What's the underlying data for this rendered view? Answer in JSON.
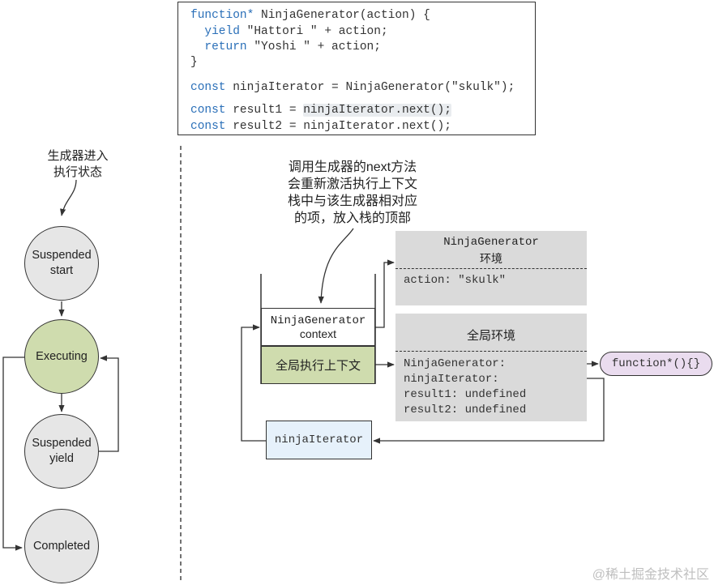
{
  "code": {
    "line1_kw": "function*",
    "line1_rest": " NinjaGenerator(action) {",
    "line2_kw": "  yield",
    "line2_rest": " \"Hattori \" + action;",
    "line3_kw": "  return",
    "line3_rest": " \"Yoshi \" + action;",
    "line4": "}",
    "line5_kw": "const",
    "line5_rest": " ninjaIterator = NinjaGenerator(\"skulk\");",
    "line6_kw": "const",
    "line6_pre": " result1 = ",
    "line6_hl": "ninjaIterator.next();",
    "line7_kw": "const",
    "line7_rest": " result2 = ninjaIterator.next();"
  },
  "state_machine": {
    "note_line1": "生成器进入",
    "note_line2": "执行状态",
    "suspended_start_l1": "Suspended",
    "suspended_start_l2": "start",
    "executing": "Executing",
    "suspended_yield_l1": "Suspended",
    "suspended_yield_l2": "yield",
    "completed": "Completed"
  },
  "annotation": {
    "line1": "调用生成器的next方法",
    "line2": "会重新激活执行上下文",
    "line3": "栈中与该生成器相对应",
    "line4": "的项，放入栈的顶部"
  },
  "stack": {
    "ninja_context_l1": "NinjaGenerator",
    "ninja_context_l2": "context",
    "global_context": "全局执行上下文"
  },
  "ninja_env": {
    "title_l1": "NinjaGenerator",
    "title_l2": "环境",
    "row1": "action: \"skulk\""
  },
  "global_env": {
    "title": "全局环境",
    "row1": "NinjaGenerator:",
    "row2": "ninjaIterator:",
    "row3": "result1: undefined",
    "row4": "result2: undefined"
  },
  "function_pill": "function*(){}",
  "iterator_box": "ninjaIterator",
  "watermark": "@稀土掘金技术社区",
  "colors": {
    "keyword": "#2a6fb8",
    "executing_fill": "#cfdcae",
    "state_fill": "#e6e6e6",
    "env_fill": "#dadada",
    "pill_fill": "#eadcef",
    "iterator_fill": "#e6f1fb"
  }
}
